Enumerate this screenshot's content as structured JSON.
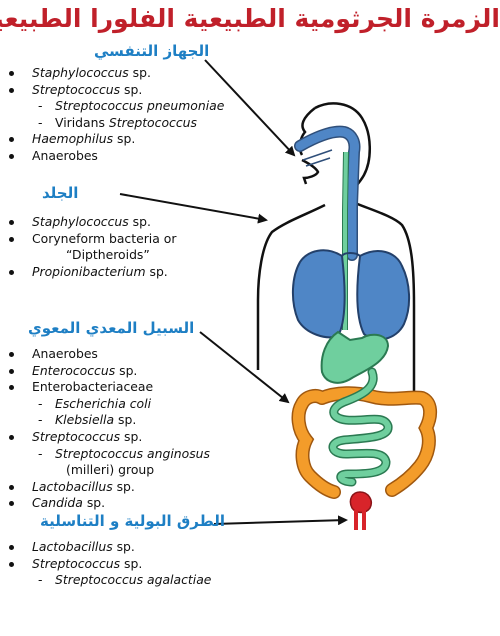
{
  "title": "الزمرة الجرثومية الطبيعية الفلورا الطبيعية",
  "colors": {
    "title": "#c0202a",
    "heading": "#1e7fc4",
    "lungs_airway": "#4f86c6",
    "gi_tract": "#6fcf9e",
    "colon": "#f39c2a",
    "urogenital": "#d8242a"
  },
  "sections": [
    {
      "heading": "الجهاز التنفسي",
      "items": [
        {
          "level": 1,
          "parts": [
            {
              "text": "Staphylococcus",
              "italic": true
            },
            {
              "text": " sp.",
              "italic": false
            }
          ]
        },
        {
          "level": 1,
          "parts": [
            {
              "text": "Streptococcus",
              "italic": true
            },
            {
              "text": " sp.",
              "italic": false
            }
          ]
        },
        {
          "level": 2,
          "parts": [
            {
              "text": "Streptococcus pneumoniae",
              "italic": true
            }
          ]
        },
        {
          "level": 2,
          "parts": [
            {
              "text": "Viridans ",
              "italic": false
            },
            {
              "text": "Streptococcus",
              "italic": true
            }
          ]
        },
        {
          "level": 1,
          "parts": [
            {
              "text": "Haemophilus",
              "italic": true
            },
            {
              "text": " sp.",
              "italic": false
            }
          ]
        },
        {
          "level": 1,
          "parts": [
            {
              "text": "Anaerobes",
              "italic": false
            }
          ]
        }
      ]
    },
    {
      "heading": "الجلد",
      "items": [
        {
          "level": 1,
          "parts": [
            {
              "text": "Staphylococcus",
              "italic": true
            },
            {
              "text": " sp.",
              "italic": false
            }
          ]
        },
        {
          "level": 1,
          "parts": [
            {
              "text": "Coryneform bacteria or",
              "italic": false
            }
          ]
        },
        {
          "level": "cont",
          "parts": [
            {
              "text": "“Diptheroids”",
              "italic": false
            }
          ]
        },
        {
          "level": 1,
          "parts": [
            {
              "text": "Propionibacterium",
              "italic": true
            },
            {
              "text": " sp.",
              "italic": false
            }
          ]
        }
      ]
    },
    {
      "heading": "السبيل المعدي المعوي",
      "items": [
        {
          "level": 1,
          "parts": [
            {
              "text": "Anaerobes",
              "italic": false
            }
          ]
        },
        {
          "level": 1,
          "parts": [
            {
              "text": "Enterococcus",
              "italic": true
            },
            {
              "text": " sp.",
              "italic": false
            }
          ]
        },
        {
          "level": 1,
          "parts": [
            {
              "text": "Enterobacteriaceae",
              "italic": false
            }
          ]
        },
        {
          "level": 2,
          "parts": [
            {
              "text": "Escherichia coli",
              "italic": true
            }
          ]
        },
        {
          "level": 2,
          "parts": [
            {
              "text": "Klebsiella",
              "italic": true
            },
            {
              "text": " sp.",
              "italic": false
            }
          ]
        },
        {
          "level": 1,
          "parts": [
            {
              "text": "Streptococcus",
              "italic": true
            },
            {
              "text": " sp.",
              "italic": false
            }
          ]
        },
        {
          "level": 2,
          "parts": [
            {
              "text": "Streptococcus anginosus",
              "italic": true
            }
          ]
        },
        {
          "level": "cont",
          "parts": [
            {
              "text": "(milleri) group",
              "italic": false
            }
          ]
        },
        {
          "level": 1,
          "parts": [
            {
              "text": "Lactobacillus",
              "italic": true
            },
            {
              "text": " sp.",
              "italic": false
            }
          ]
        },
        {
          "level": 1,
          "parts": [
            {
              "text": "Candida",
              "italic": true
            },
            {
              "text": " sp.",
              "italic": false
            }
          ]
        }
      ]
    },
    {
      "heading": "الطرق البولية و التناسلية",
      "items": [
        {
          "level": 1,
          "parts": [
            {
              "text": "Lactobacillus",
              "italic": true
            },
            {
              "text": " sp.",
              "italic": false
            }
          ]
        },
        {
          "level": 1,
          "parts": [
            {
              "text": "Streptococcus",
              "italic": true
            },
            {
              "text": " sp.",
              "italic": false
            }
          ]
        },
        {
          "level": 2,
          "parts": [
            {
              "text": "Streptococcus agalactiae",
              "italic": true
            }
          ]
        }
      ]
    }
  ]
}
